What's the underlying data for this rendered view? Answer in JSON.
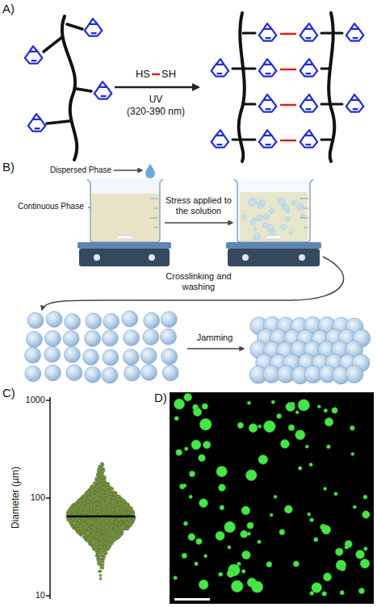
{
  "diagram": {
    "labels": [
      "A)",
      "HS",
      "SH",
      "UV",
      "(320-390 nm)",
      "B)",
      "Dispersed Phase",
      "Continuous Phase",
      "Stress applied to the solution",
      "Crosslinking and washing",
      "Jamming",
      "C)",
      "Diameter (µm)",
      "1000",
      "100",
      "10",
      "D)"
    ]
  }
}
